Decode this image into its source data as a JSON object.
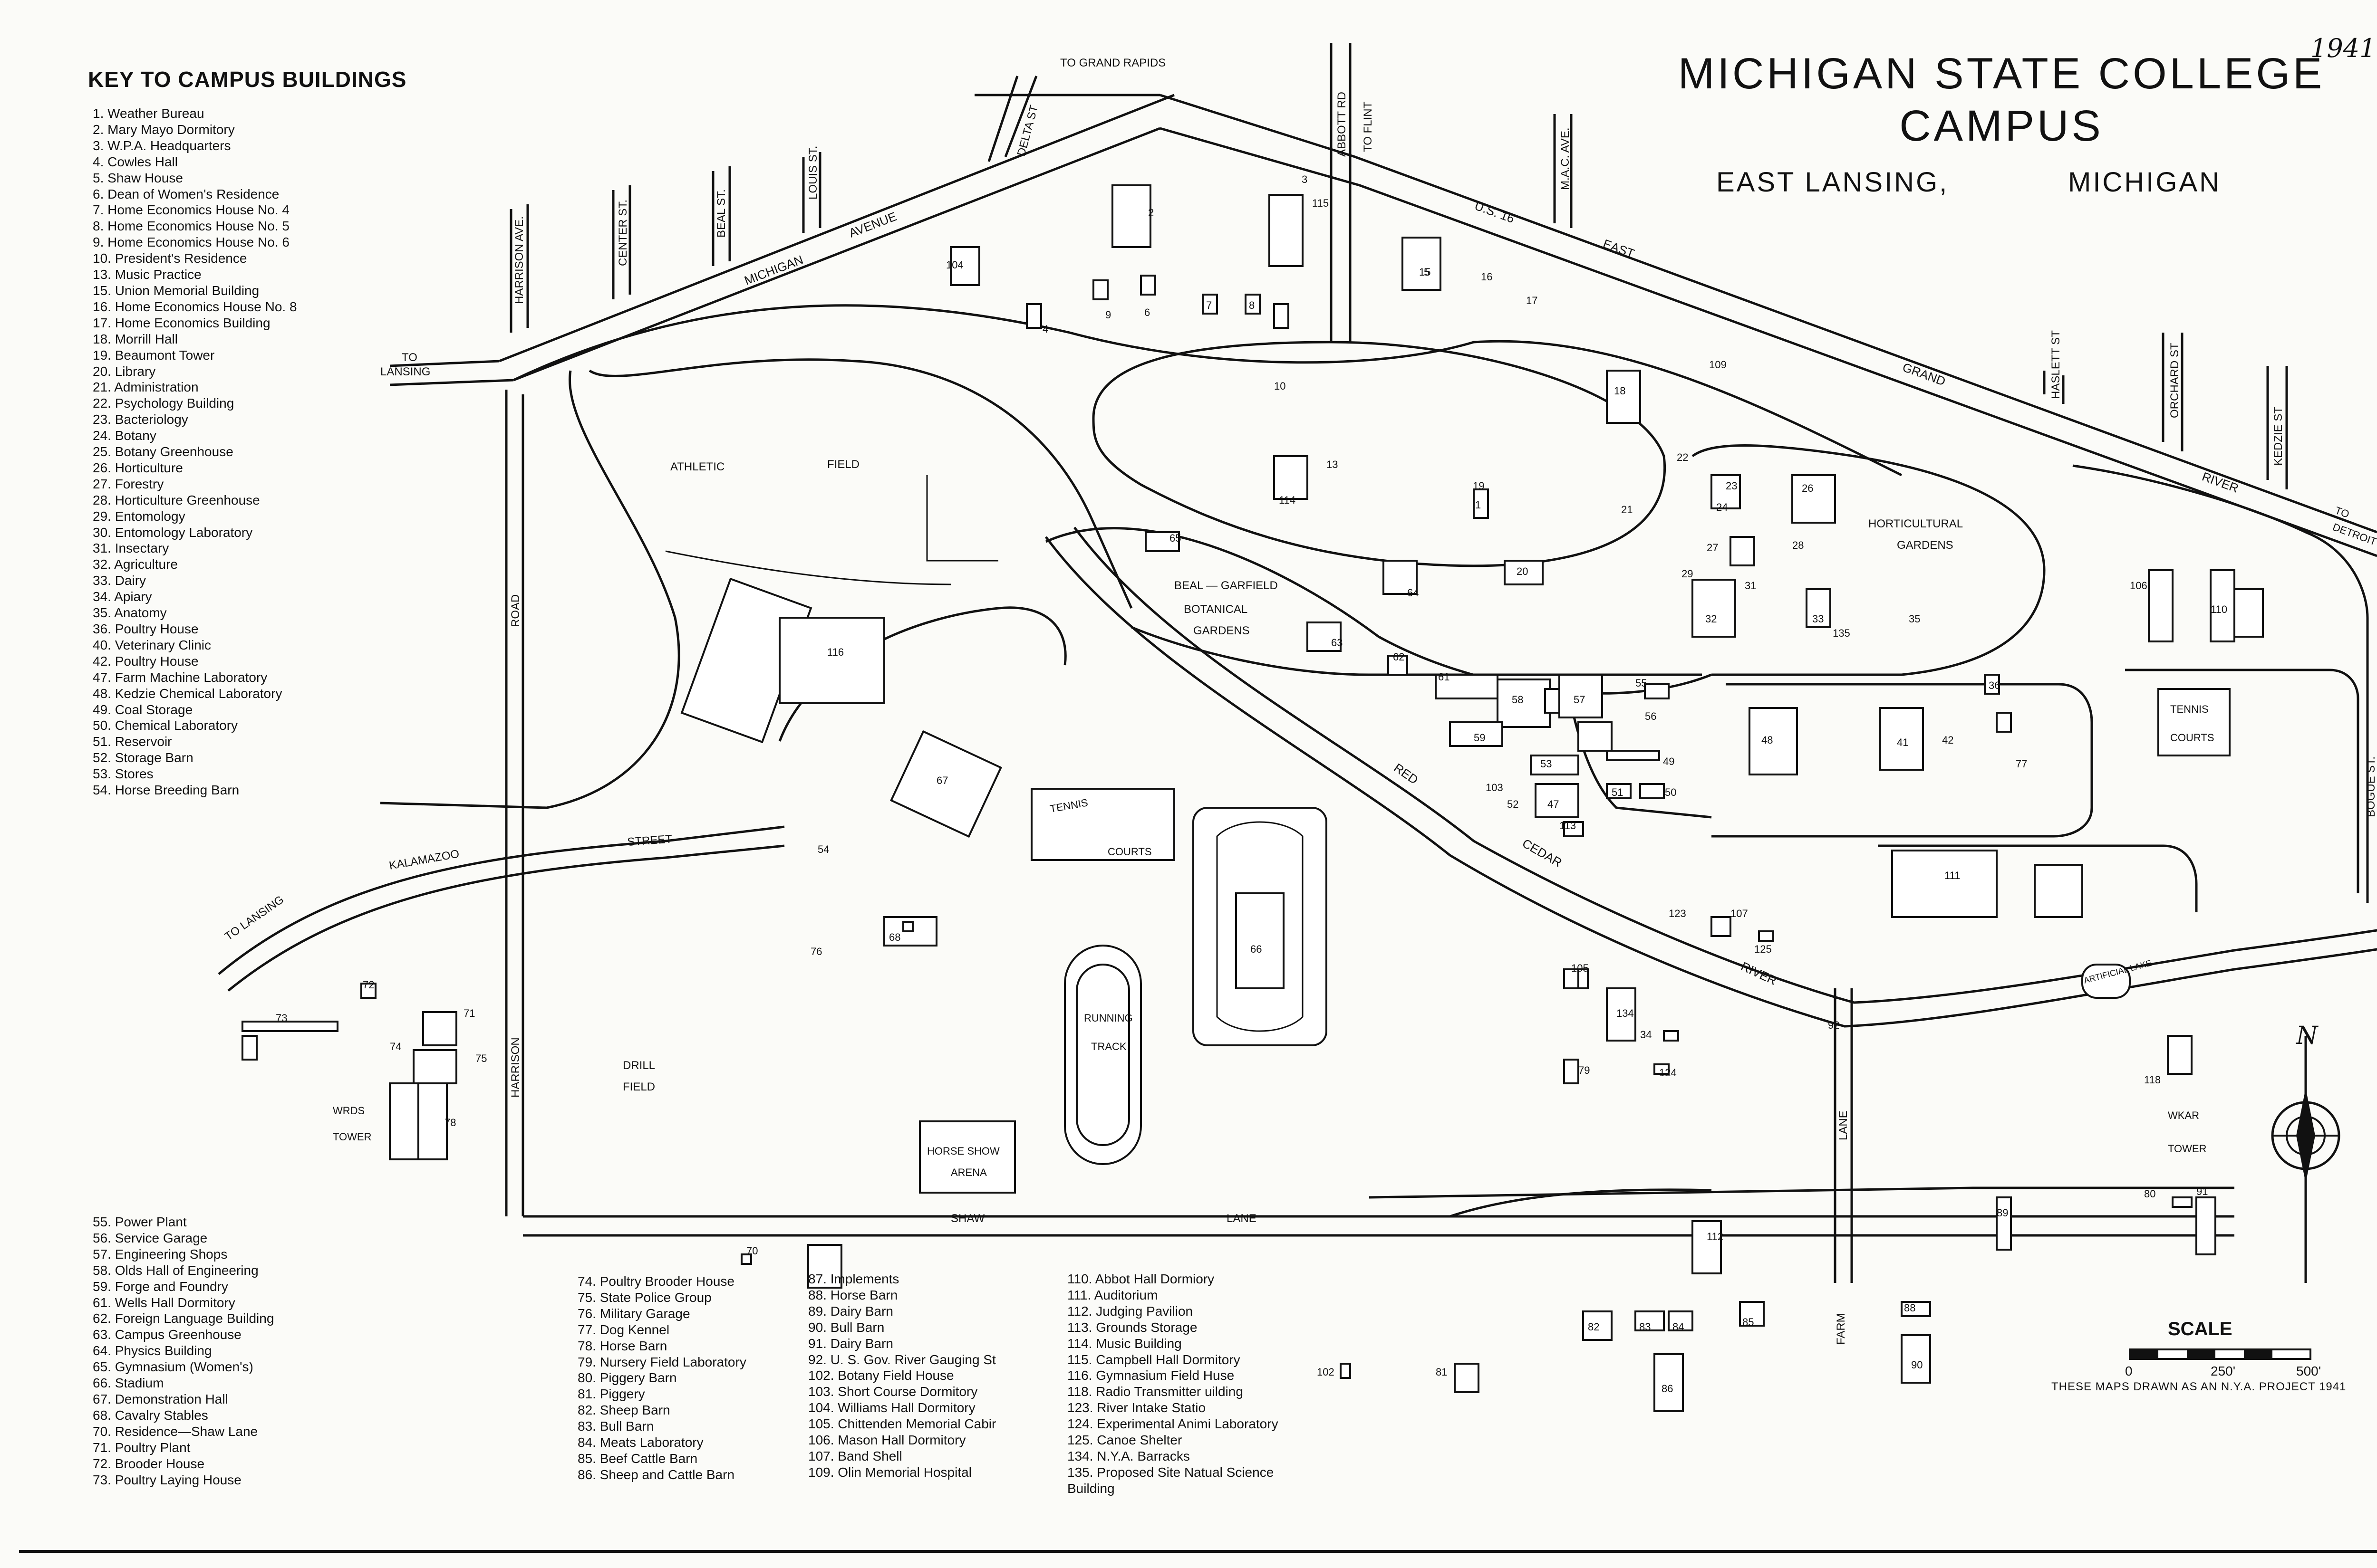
{
  "map": {
    "title_line1": "MICHIGAN STATE COLLEGE",
    "title_line2": "CAMPUS",
    "city": "EAST LANSING,",
    "state": "MICHIGAN",
    "year_handwritten": "1941",
    "north_arrow_label": "N",
    "scale": {
      "title": "SCALE",
      "labels": [
        "0",
        "250'",
        "500'"
      ],
      "note": "THESE MAPS DRAWN AS AN N.Y.A. PROJECT 1941"
    }
  },
  "key": {
    "title": "KEY TO CAMPUS BUILDINGS",
    "column1": [
      "1. Weather Bureau",
      "2. Mary Mayo Dormitory",
      "3. W.P.A. Headquarters",
      "4. Cowles Hall",
      "5. Shaw House",
      "6. Dean of Women's Residence",
      "7. Home Economics House No. 4",
      "8. Home Economics House No. 5",
      "9. Home Economics House No. 6",
      "10. President's Residence",
      "13. Music Practice",
      "15. Union Memorial Building",
      "16. Home Economics House No. 8",
      "17. Home Economics Building",
      "18. Morrill Hall",
      "19. Beaumont Tower",
      "20. Library",
      "21. Administration",
      "22. Psychology Building",
      "23. Bacteriology",
      "24. Botany",
      "25. Botany Greenhouse",
      "26. Horticulture",
      "27. Forestry",
      "28. Horticulture Greenhouse",
      "29. Entomology",
      "30. Entomology Laboratory",
      "31. Insectary",
      "32. Agriculture",
      "33. Dairy",
      "34. Apiary",
      "35. Anatomy",
      "36. Poultry House",
      "40. Veterinary Clinic",
      "42. Poultry House",
      "47. Farm Machine Laboratory",
      "48. Kedzie Chemical Laboratory",
      "49. Coal Storage",
      "50. Chemical Laboratory",
      "51. Reservoir",
      "52. Storage Barn",
      "53. Stores",
      "54. Horse Breeding Barn"
    ],
    "column2": [
      "55. Power Plant",
      "56. Service Garage",
      "57. Engineering Shops",
      "58. Olds Hall of Engineering",
      "59. Forge and Foundry",
      "61. Wells Hall Dormitory",
      "62. Foreign Language Building",
      "63. Campus Greenhouse",
      "64. Physics Building",
      "65. Gymnasium (Women's)",
      "66. Stadium",
      "67. Demonstration Hall",
      "68. Cavalry Stables",
      "70. Residence—Shaw Lane",
      "71. Poultry Plant",
      "72. Brooder House",
      "73. Poultry Laying House"
    ],
    "column3": [
      "74. Poultry Brooder House",
      "75. State Police Group",
      "76. Military Garage",
      "77. Dog Kennel",
      "78. Horse Barn",
      "79. Nursery Field Laboratory",
      "80. Piggery Barn",
      "81. Piggery",
      "82. Sheep Barn",
      "83. Bull Barn",
      "84. Meats Laboratory",
      "85. Beef Cattle Barn",
      "86. Sheep and Cattle Barn"
    ],
    "column4": [
      "87. Implements",
      "88. Horse Barn",
      "89. Dairy Barn",
      "90. Bull Barn",
      "91. Dairy Barn",
      "92. U. S. Gov. River Gauging St",
      "102. Botany Field House",
      "103. Short Course Dormitory",
      "104. Williams Hall Dormitory",
      "105. Chittenden Memorial Cabir",
      "106. Mason Hall Dormitory",
      "107. Band Shell",
      "109. Olin Memorial Hospital"
    ],
    "column5": [
      "110. Abbot Hall Dormiory",
      "111. Auditorium",
      "112. Judging Pavilion",
      "113. Grounds Storage",
      "114. Music Building",
      "115. Campbell Hall Dormitory",
      "116. Gymnasium Field Huse",
      "118. Radio Transmitter uilding",
      "123. River Intake Statio",
      "124. Experimental Animi Laboratory",
      "125. Canoe Shelter",
      "134. N.Y.A. Barracks",
      "135. Proposed Site Natual Science",
      "Building"
    ]
  },
  "labels": {
    "to_grand_rapids": "TO GRAND RAPIDS",
    "abbott_rd": "ABBOTT RD",
    "to_flint": "TO FLINT",
    "delta_st": "DELTA ST",
    "louis_st": "LOUIS ST.",
    "beal_st": "BEAL ST.",
    "center_st": "CENTER ST.",
    "harrison_ave": "HARRISON AVE.",
    "michigan_ave1": "MICHIGAN",
    "michigan_ave2": "AVENUE",
    "mac_ave": "M.A.C. AVE.",
    "us16": "U.S. 16",
    "east": "EAST",
    "grand": "GRAND",
    "river_road": "RIVER",
    "haslett_st": "HASLETT ST",
    "orchard_st": "ORCHARD ST",
    "kedzie_st": "KEDZIE ST",
    "to_detroit1": "TO",
    "to_detroit2": "DETROIT",
    "to_lansing1": "TO",
    "to_lansing2": "LANSING",
    "to_lansing_kal": "TO LANSING",
    "kalamazoo": "KALAMAZOO",
    "street": "STREET",
    "road": "ROAD",
    "harrison": "HARRISON",
    "athletic": "ATHLETIC",
    "field": "FIELD",
    "beal_garfield1": "BEAL — GARFIELD",
    "beal_garfield2": "BOTANICAL",
    "beal_garfield3": "GARDENS",
    "horticultural1": "HORTICULTURAL",
    "horticultural2": "GARDENS",
    "red": "RED",
    "cedar": "CEDAR",
    "river": "RIVER",
    "tennis1": "TENNIS",
    "courts1": "COURTS",
    "tennis2": "TENNIS",
    "courts2": "COURTS",
    "running": "RUNNING",
    "track": "TRACK",
    "drill": "DRILL",
    "drill_field": "FIELD",
    "horse_show": "HORSE SHOW",
    "arena": "ARENA",
    "wkar": "WKAR",
    "wkar_tower": "TOWER",
    "wrds": "WRDS",
    "wrds_tower": "TOWER",
    "shaw": "SHAW",
    "lane": "LANE",
    "farm": "FARM",
    "farm_lane": "LANE",
    "bogue_st": "BOGUE ST.",
    "artificial_lake": "ARTIFICIAL LAKE"
  },
  "buildings": [
    {
      "n": "1"
    },
    {
      "n": "2"
    },
    {
      "n": "3"
    },
    {
      "n": "4"
    },
    {
      "n": "5"
    },
    {
      "n": "6"
    },
    {
      "n": "7"
    },
    {
      "n": "8"
    },
    {
      "n": "9"
    },
    {
      "n": "10"
    },
    {
      "n": "13"
    },
    {
      "n": "15"
    },
    {
      "n": "16"
    },
    {
      "n": "17"
    },
    {
      "n": "18"
    },
    {
      "n": "19"
    },
    {
      "n": "20"
    },
    {
      "n": "21"
    },
    {
      "n": "22"
    },
    {
      "n": "23"
    },
    {
      "n": "24"
    },
    {
      "n": "26"
    },
    {
      "n": "27"
    },
    {
      "n": "28"
    },
    {
      "n": "29"
    },
    {
      "n": "31"
    },
    {
      "n": "32"
    },
    {
      "n": "33"
    },
    {
      "n": "34"
    },
    {
      "n": "35"
    },
    {
      "n": "36"
    },
    {
      "n": "41"
    },
    {
      "n": "42"
    },
    {
      "n": "47"
    },
    {
      "n": "48"
    },
    {
      "n": "49"
    },
    {
      "n": "50"
    },
    {
      "n": "51"
    },
    {
      "n": "52"
    },
    {
      "n": "53"
    },
    {
      "n": "54"
    },
    {
      "n": "55"
    },
    {
      "n": "56"
    },
    {
      "n": "57"
    },
    {
      "n": "58"
    },
    {
      "n": "59"
    },
    {
      "n": "61"
    },
    {
      "n": "62"
    },
    {
      "n": "63"
    },
    {
      "n": "64"
    },
    {
      "n": "65"
    },
    {
      "n": "66"
    },
    {
      "n": "67"
    },
    {
      "n": "68"
    },
    {
      "n": "70"
    },
    {
      "n": "71"
    },
    {
      "n": "72"
    },
    {
      "n": "73"
    },
    {
      "n": "74"
    },
    {
      "n": "75"
    },
    {
      "n": "76"
    },
    {
      "n": "77"
    },
    {
      "n": "78"
    },
    {
      "n": "79"
    },
    {
      "n": "80"
    },
    {
      "n": "81"
    },
    {
      "n": "82"
    },
    {
      "n": "83"
    },
    {
      "n": "84"
    },
    {
      "n": "85"
    },
    {
      "n": "86"
    },
    {
      "n": "88"
    },
    {
      "n": "89"
    },
    {
      "n": "90"
    },
    {
      "n": "91"
    },
    {
      "n": "92"
    },
    {
      "n": "102"
    },
    {
      "n": "103"
    },
    {
      "n": "104"
    },
    {
      "n": "105"
    },
    {
      "n": "106"
    },
    {
      "n": "107"
    },
    {
      "n": "109"
    },
    {
      "n": "110"
    },
    {
      "n": "111"
    },
    {
      "n": "112"
    },
    {
      "n": "113"
    },
    {
      "n": "114"
    },
    {
      "n": "115"
    },
    {
      "n": "116"
    },
    {
      "n": "118"
    },
    {
      "n": "123"
    },
    {
      "n": "124"
    },
    {
      "n": "125"
    },
    {
      "n": "134"
    },
    {
      "n": "135"
    }
  ]
}
